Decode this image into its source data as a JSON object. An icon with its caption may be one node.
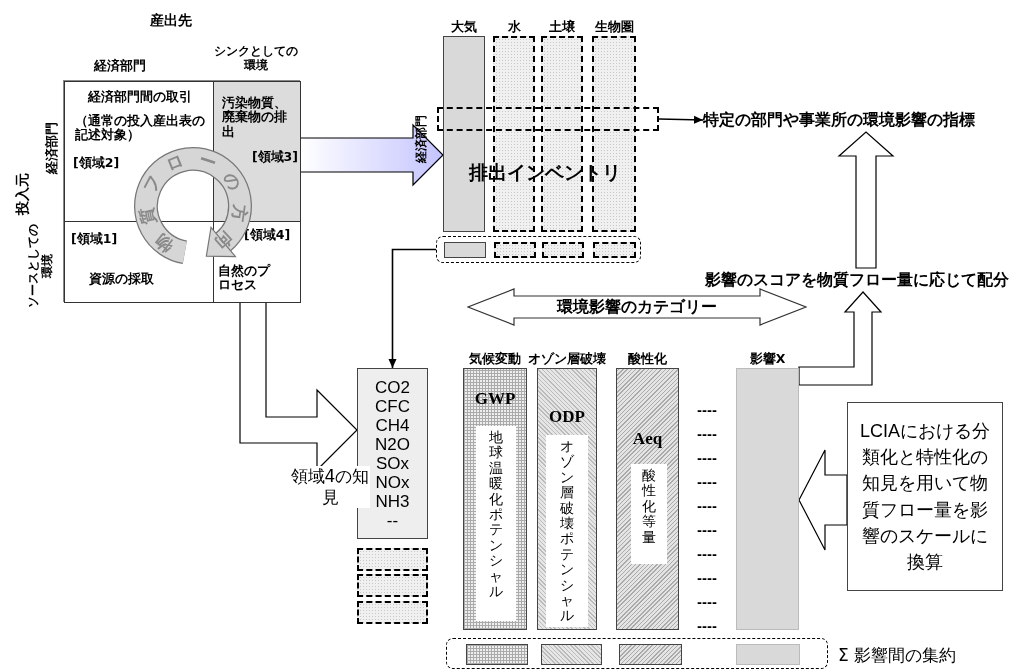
{
  "diagram": {
    "nodes": [
      {
        "text": [],
        "shape": "box"
      },
      {
        "text": [
          "経済部門間の取引",
          "（通常の投入産出表の記述対象）",
          "[領域2]"
        ],
        "in": 0
      },
      {
        "text": [
          "汚染物質、廃棄物の排出",
          "[領域3]"
        ],
        "in": 0
      },
      {
        "text": [
          "[領域1]",
          "資源の採取"
        ],
        "in": 0
      },
      {
        "text": [
          "[領域4]",
          "自然のプロセス"
        ],
        "in": 0
      },
      {
        "text": [
          "大気"
        ]
      },
      {
        "text": [
          "水"
        ]
      },
      {
        "text": [
          "土壌"
        ]
      },
      {
        "text": [
          "生物圏"
        ]
      },
      {
        "text": [],
        "shape": "box"
      },
      {
        "text": [
          "特定の部門や事業所の環境影響の指標"
        ]
      },
      {
        "text": [],
        "shape": "box"
      },
      {
        "text": [],
        "shape": "box",
        "in": 11
      },
      {
        "text": [],
        "shape": "box",
        "in": 11
      },
      {
        "text": [],
        "shape": "box",
        "in": 11
      },
      {
        "text": [],
        "shape": "box",
        "in": 11
      },
      {
        "text": [
          "CO2 CFC CH4 N2O SOx NOx NH3 --"
        ]
      },
      {
        "text": [],
        "shape": "box"
      },
      {
        "text": [],
        "shape": "box"
      },
      {
        "text": [],
        "shape": "box"
      },
      {
        "text": [
          "気候変動",
          "GWP",
          "地球温暖化ポテンシャル"
        ]
      },
      {
        "text": [
          "オゾン層破壊",
          "ODP",
          "オゾン層破壊ポテンシャル"
        ]
      },
      {
        "text": [
          "酸性化",
          "Aeq",
          "酸性化等量"
        ]
      },
      {
        "text": [
          "影響X"
        ]
      },
      {
        "text": [],
        "shape": "box",
        "beside": [
          "Σ 影響間の集約"
        ]
      },
      {
        "text": [],
        "shape": "box",
        "in": 24
      },
      {
        "text": [],
        "shape": "box",
        "in": 24
      },
      {
        "text": [],
        "shape": "box",
        "in": 24
      },
      {
        "text": [],
        "shape": "box",
        "in": 24
      },
      {
        "text": [
          "影響のスコアを物質フロー量に応じて配分"
        ]
      },
      {
        "text": [
          "LCIAにおける分類化と特性化の知見を用いて物質フロー量を影響のスケールに換算"
        ]
      },
      {
        "text": [
          "環境影響のカテゴリー"
        ]
      },
      {
        "text": [
          "物質フローの方向"
        ],
        "in": 0
      }
    ],
    "edges": [
      {
        "from": 0,
        "to": 5,
        "arrow": "to",
        "style": "thick"
      },
      {
        "from": 9,
        "to": 10,
        "arrow": "to"
      },
      {
        "from": 11,
        "to": 16,
        "arrow": "to"
      },
      {
        "from": 0,
        "to": 16,
        "arrow": "to",
        "style": "thick",
        "label": "領域4の知見"
      },
      {
        "from": 23,
        "to": 29,
        "arrow": "to",
        "style": "thick"
      },
      {
        "from": 29,
        "to": 10,
        "arrow": "to",
        "style": "thick"
      },
      {
        "from": 30,
        "to": 23,
        "arrow": "to",
        "style": "thick"
      }
    ],
    "labels": [
      "産出先",
      "経済部門",
      "シンクとしての環境",
      "投入元",
      "経済部門",
      "ソースとしての環境",
      "経済部門",
      "排出インベントリ",
      "----",
      "----",
      "----",
      "----",
      "----",
      "----",
      "----",
      "----",
      "----",
      "----"
    ]
  }
}
